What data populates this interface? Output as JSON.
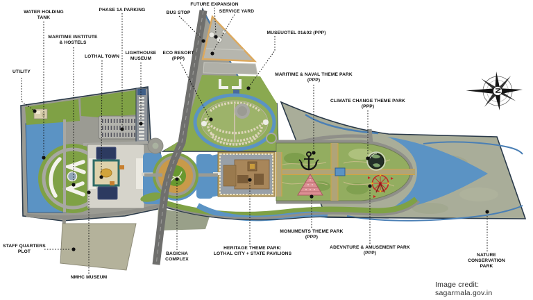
{
  "map": {
    "title_context": "Site master plan",
    "credit": "Image credit: sagarmala.gov.in",
    "compass": {
      "letter": "N"
    },
    "labels": [
      {
        "id": "utility",
        "text": "UTILITY"
      },
      {
        "id": "water-holding-tank",
        "text": "WATER HOLDING\nTANK"
      },
      {
        "id": "maritime-institute",
        "text": "MARITIME  INSTITUTE\n& HOSTELS"
      },
      {
        "id": "lothal-town",
        "text": "LOTHAL TOWN"
      },
      {
        "id": "lighthouse-museum",
        "text": "LIGHTHOUSE\nMUSEUM"
      },
      {
        "id": "phase-1a-parking",
        "text": "PHASE 1A PARKING"
      },
      {
        "id": "eco-resort",
        "text": "ECO RESORT\n(PPP)"
      },
      {
        "id": "bus-stop",
        "text": "BUS STOP"
      },
      {
        "id": "future-expansion",
        "text": "FUTURE EXPANSION"
      },
      {
        "id": "service-yard",
        "text": "SERVICE YARD"
      },
      {
        "id": "museuotel",
        "text": "MUSEUOTEL 01&02  (PPP)"
      },
      {
        "id": "maritime-naval-park",
        "text": "MARITIME & NAVAL THEME PARK\n(PPP)"
      },
      {
        "id": "climate-change-park",
        "text": "CLIMATE CHANGE THEME PARK\n(PPP)"
      },
      {
        "id": "staff-quarters",
        "text": "STAFF QUARTERS\nPLOT"
      },
      {
        "id": "nmhc-museum",
        "text": "NMHC MUSEUM"
      },
      {
        "id": "bagicha-complex",
        "text": "BAGICHA\nCOMPLEX"
      },
      {
        "id": "heritage-park",
        "text": "HERITAGE THEME PARK:\nLOTHAL CITY + STATE PAVILIONS"
      },
      {
        "id": "monuments-park",
        "text": "MONUMENTS THEME PARK\n(PPP)"
      },
      {
        "id": "adventure-park",
        "text": "ADEVNTURE & AMUSEMENT PARK\n(PPP)"
      },
      {
        "id": "nature-conservation",
        "text": "NATURE CONSERVATION PARK"
      }
    ],
    "colors": {
      "water": "#5b93c4",
      "lawn_green": "#7fa145",
      "theme_park_green": "#93ad60",
      "ground_gray": "#9b9b93",
      "nature_park": "#a9ad99",
      "heritage_wall": "#bba36a",
      "heritage_building": "#a8865a",
      "monument_pink": "#dc8f93",
      "ferris_red": "#c42828",
      "triangle_border": "#dca95f",
      "roof_navy": "#2c3a60",
      "label_text": "#0d0d0d"
    }
  }
}
